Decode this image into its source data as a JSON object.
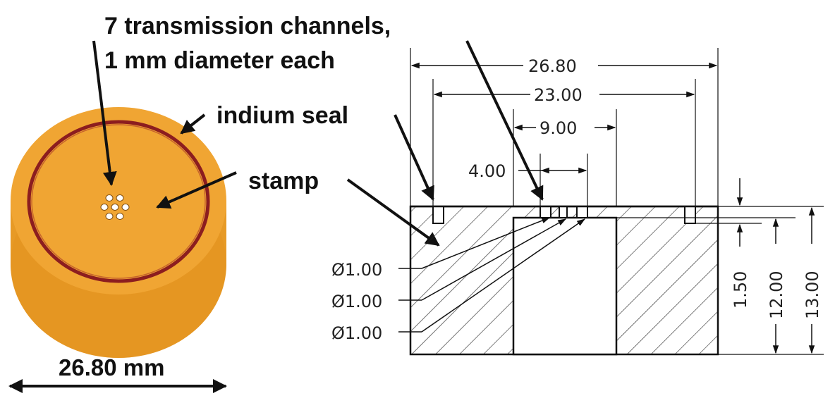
{
  "callouts": {
    "channels_line1": "7 transmission channels,",
    "channels_line2": "1 mm diameter each",
    "indium_seal": "indium seal",
    "stamp": "stamp"
  },
  "bottom_label": "26.80 mm",
  "dimensions": {
    "overall_width": "26.80",
    "seal_diameter": "23.00",
    "stamp_width": "9.00",
    "channel_spacing": "4.00",
    "channel_depth": "1.50",
    "stamp_height": "12.00",
    "total_height": "13.00",
    "hole_diameters": [
      "Ø1.00",
      "Ø1.00",
      "Ø1.00"
    ]
  },
  "colors": {
    "body_orange": "#f0a533",
    "side_orange": "#e79a26",
    "seal_red": "#8c1d1f",
    "hatch": "#222222"
  }
}
